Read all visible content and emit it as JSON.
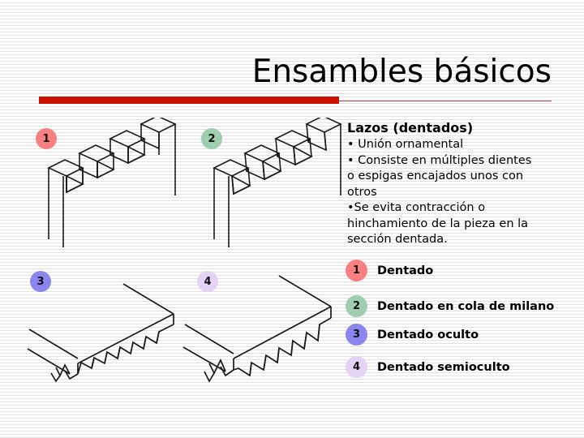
{
  "slide": {
    "title": "Ensambles básicos",
    "accent_color": "#cc1100",
    "rule_thin_color": "#b04a4a",
    "background_color": "#ffffff"
  },
  "body": {
    "heading": "Lazos (dentados)",
    "lines": [
      "• Unión ornamental",
      "• Consiste en múltiples dientes",
      "o espigas encajados unos con",
      "otros",
      "•Se evita contracción o",
      "hinchamiento de la pieza en la",
      "sección dentada."
    ]
  },
  "figures": [
    {
      "badge": "1",
      "badge_color": "#f98080",
      "caption": "Dentado",
      "description": "isometric-box-joint-fingers"
    },
    {
      "badge": "2",
      "badge_color": "#9fcdb0",
      "caption": "Dentado en cola de  milano",
      "description": "isometric-dovetail-pins"
    },
    {
      "badge": "3",
      "badge_color": "#8b86ef",
      "caption": "Dentado oculto",
      "description": "hidden-dovetail-corner"
    },
    {
      "badge": "4",
      "badge_color": "#e4d3f4",
      "caption": "Dentado semioculto",
      "description": "half-blind-dovetail-corner"
    }
  ],
  "legend": {
    "items": [
      {
        "number": "1",
        "label": "Dentado",
        "color": "#f98080"
      },
      {
        "number": "2",
        "label": "Dentado en cola de  milano",
        "color": "#9fcdb0"
      },
      {
        "number": "3",
        "label": "Dentado oculto",
        "color": "#8b86ef"
      },
      {
        "number": "4",
        "label": "Dentado semioculto",
        "color": "#e4d3f4"
      }
    ]
  }
}
